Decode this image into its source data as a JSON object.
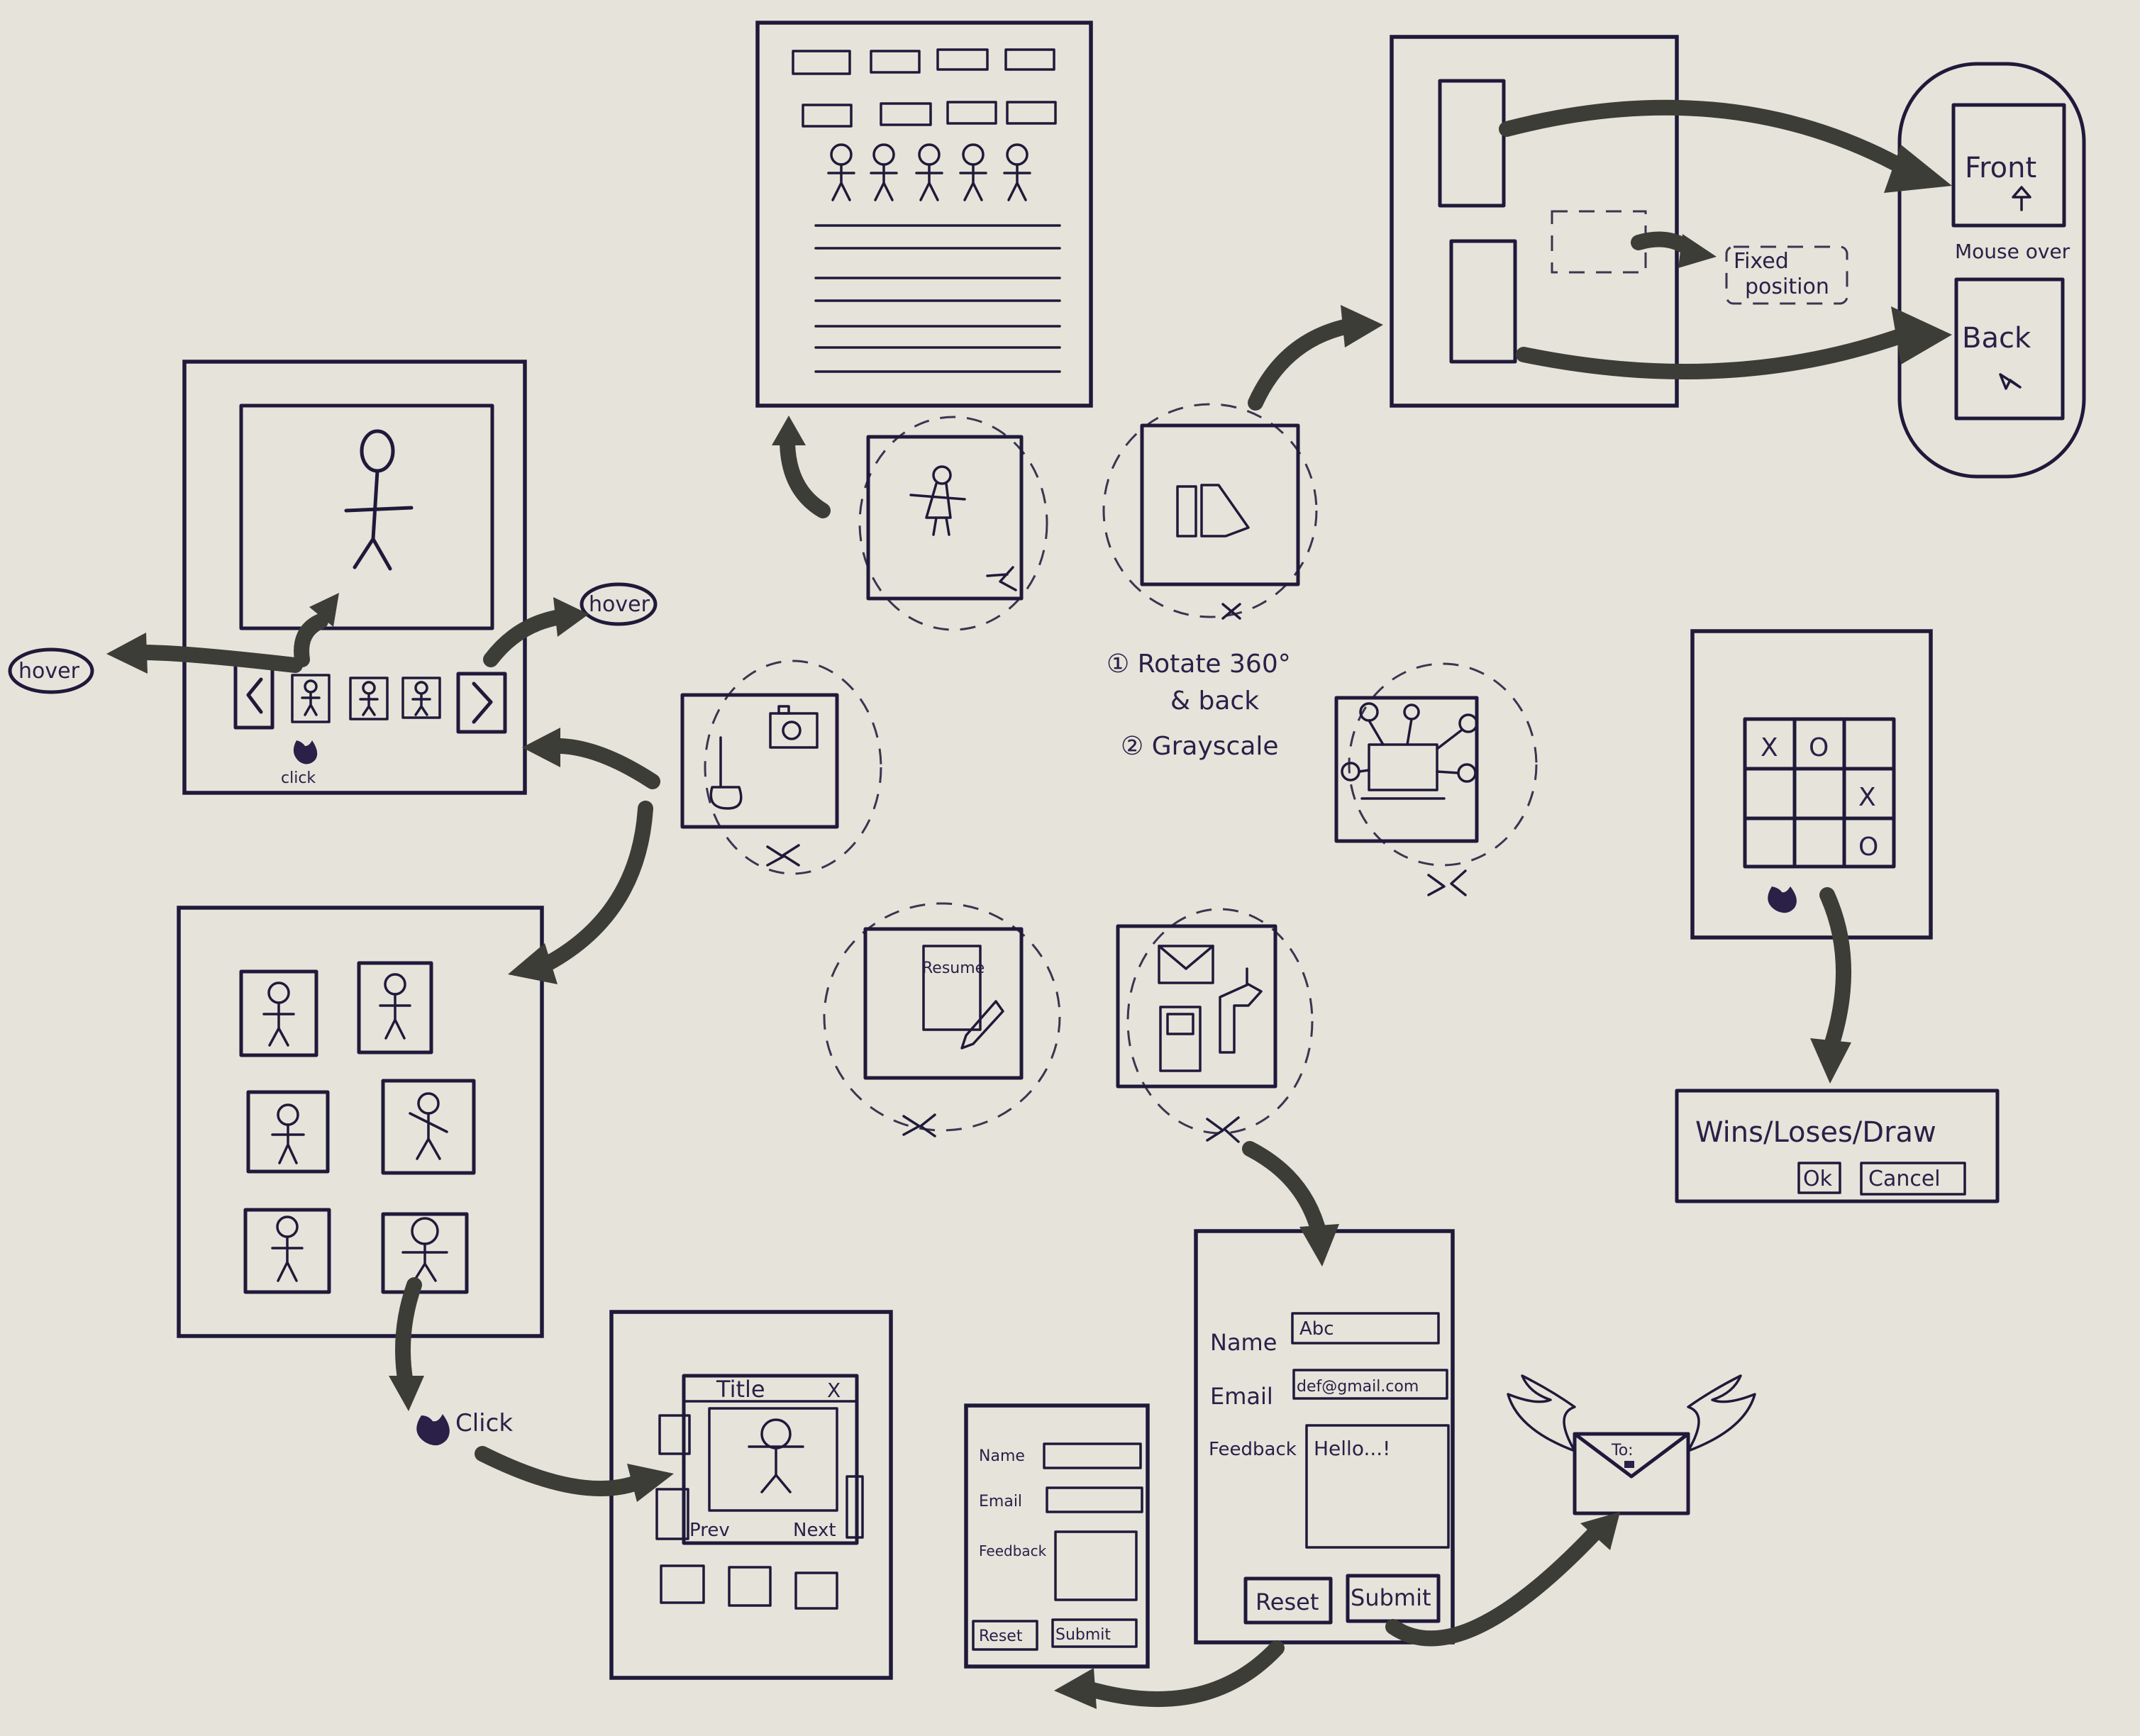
{
  "hover_left": "hover",
  "hover_right": "hover",
  "click_small": "click",
  "click_big": "Click",
  "flip_card": {
    "front": "Front",
    "back": "Back",
    "mouse_over": "Mouse over",
    "fixed": "Fixed",
    "position": "position"
  },
  "center_notes": [
    "① Rotate 360°",
    "& back",
    "② Grayscale"
  ],
  "resume_label": "Resume",
  "game": {
    "board": [
      "X",
      "O",
      "",
      "",
      "",
      "X",
      "",
      "",
      "O"
    ],
    "result_text": "Wins/Loses/Draw",
    "ok_label": "Ok",
    "cancel_label": "Cancel"
  },
  "modal": {
    "title": "Title",
    "close": "X",
    "prev": "Prev",
    "next": "Next"
  },
  "form_large": {
    "name_label": "Name",
    "name_value": "Abc",
    "email_label": "Email",
    "email_value": "def@gmail.com",
    "feedback_label": "Feedback",
    "feedback_value": "Hello...!",
    "reset_label": "Reset",
    "submit_label": "Submit"
  },
  "form_small": {
    "name_label": "Name",
    "email_label": "Email",
    "feedback_label": "Feedback",
    "reset_label": "Reset",
    "submit_label": "Submit"
  },
  "envelope_to": "To:"
}
